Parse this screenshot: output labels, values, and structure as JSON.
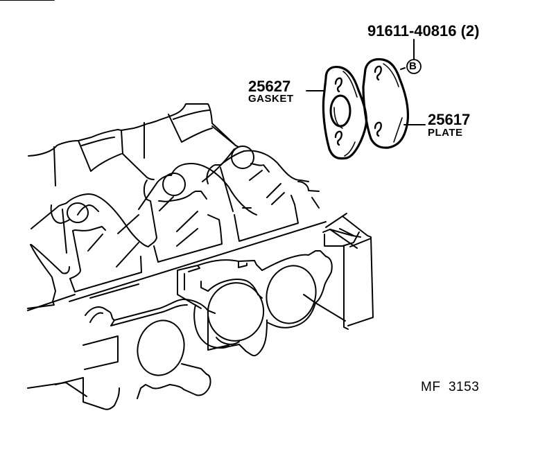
{
  "diagram": {
    "type": "exploded-parts-diagram",
    "subject": "Engine cylinder head with intake port cover plate and gasket",
    "colors": {
      "line": "#000000",
      "background": "#ffffff"
    }
  },
  "callouts": [
    {
      "id": "bolt",
      "part_number": "91611-40816 (2)",
      "marker": "B",
      "quantity": 2
    },
    {
      "id": "gasket",
      "part_number": "25627",
      "name": "GASKET"
    },
    {
      "id": "plate",
      "part_number": "25617",
      "name": "PLATE"
    }
  ],
  "figure_ref": "MF  3153"
}
